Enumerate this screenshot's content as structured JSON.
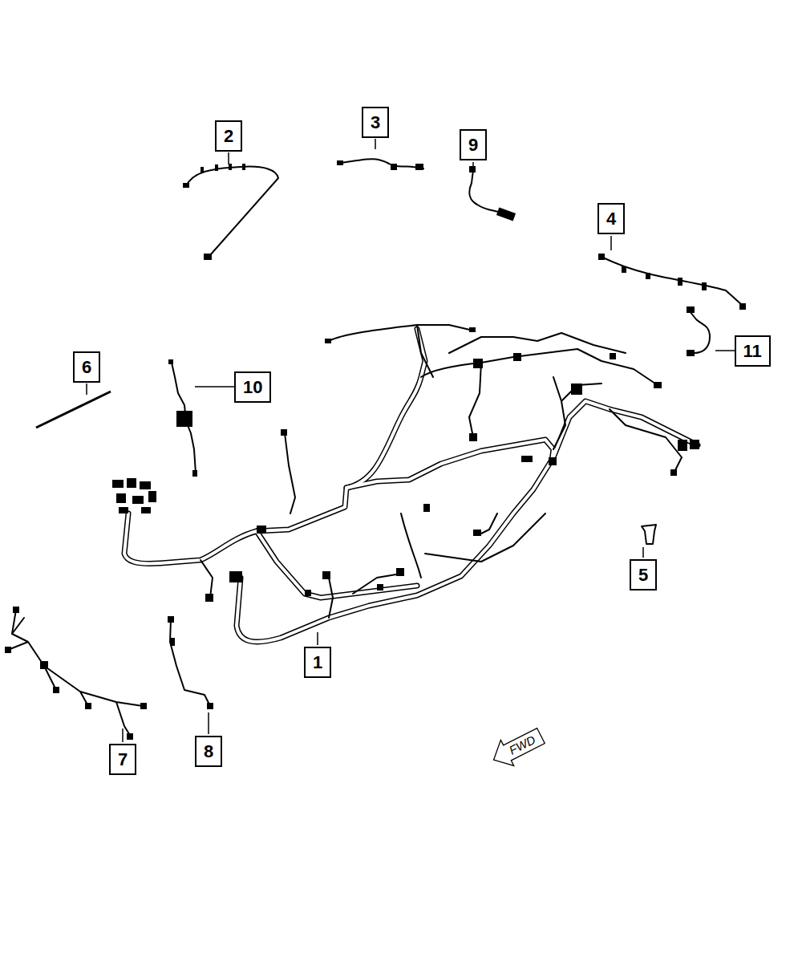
{
  "diagram": {
    "nodes": [
      {
        "text": [
          "3"
        ]
      },
      {
        "text": [
          "2"
        ]
      },
      {
        "text": [
          "9"
        ]
      },
      {
        "text": [
          "4"
        ]
      },
      {
        "text": [
          "11"
        ]
      },
      {
        "text": [
          "6"
        ]
      },
      {
        "text": [
          "10"
        ]
      },
      {
        "text": [
          "5"
        ]
      },
      {
        "text": [
          "1"
        ]
      },
      {
        "text": [
          "FWD"
        ]
      },
      {
        "text": [
          "8"
        ]
      },
      {
        "text": [
          "7"
        ]
      }
    ]
  }
}
